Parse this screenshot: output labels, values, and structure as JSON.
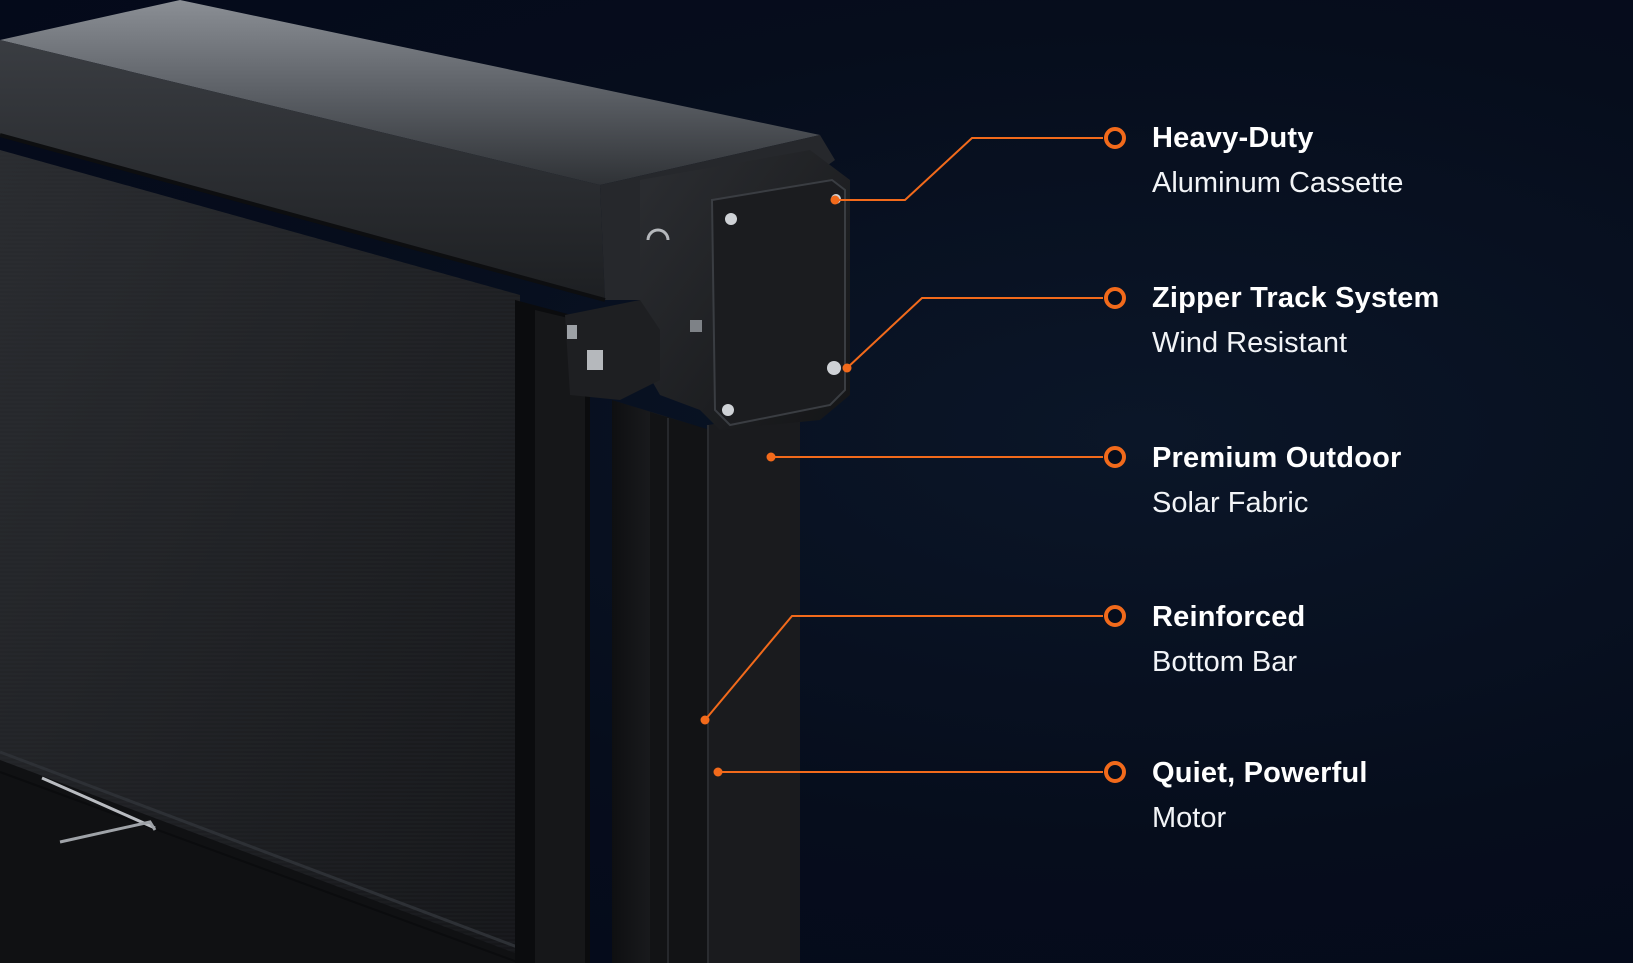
{
  "colors": {
    "accent": "#f26a1b",
    "background": "#060d1c",
    "text": "#ffffff"
  },
  "product_image": {
    "subject": "zipper-track-screen-cassette-and-side-channel"
  },
  "features": [
    {
      "title": "Heavy-Duty",
      "subtitle": "Aluminum Cassette"
    },
    {
      "title": "Zipper Track System",
      "subtitle": "Wind Resistant"
    },
    {
      "title": "Premium Outdoor",
      "subtitle": "Solar Fabric"
    },
    {
      "title": "Reinforced",
      "subtitle": "Bottom Bar"
    },
    {
      "title": "Quiet, Powerful",
      "subtitle": "Motor"
    }
  ]
}
